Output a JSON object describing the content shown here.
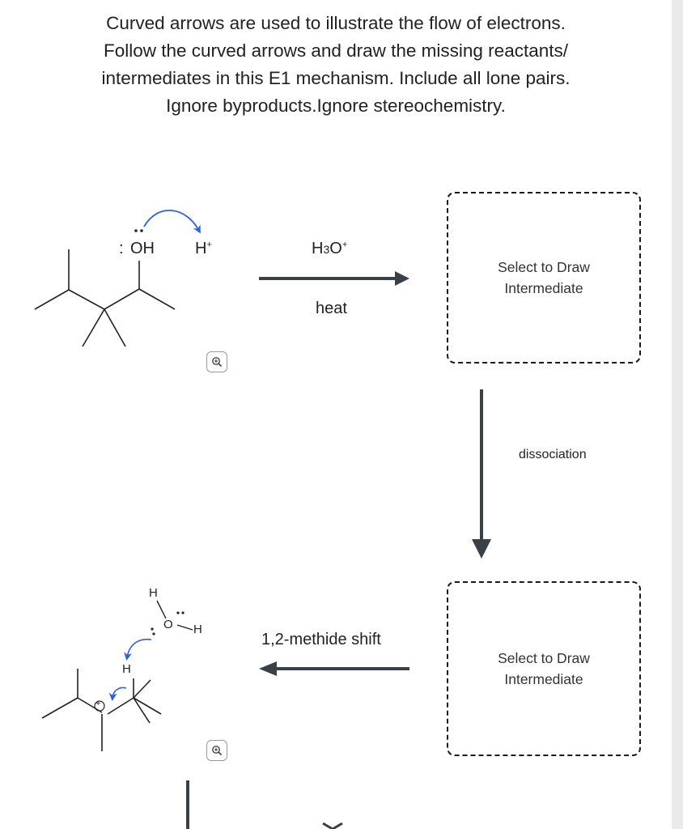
{
  "instructions": {
    "lines": [
      "Curved arrows are used to illustrate the flow of electrons.",
      "Follow the curved arrows and draw the missing reactants/",
      "intermediates in this E1 mechanism. Include all lone pairs.",
      "Ignore byproducts.Ignore stereochemistry."
    ]
  },
  "step1": {
    "reactant_oh": "OH",
    "lone_pair_left": ":",
    "proton": "H",
    "proton_charge": "+",
    "reagent_main": "H",
    "reagent_sub": "3",
    "reagent_o": "O",
    "reagent_charge": "+",
    "condition": "heat"
  },
  "box1": {
    "label": "Select to Draw Intermediate"
  },
  "step2": {
    "label": "dissociation"
  },
  "box2": {
    "label": "Select to Draw Intermediate"
  },
  "step3": {
    "label": "1,2-methide shift",
    "water_h_top": "H",
    "water_o": "O",
    "water_h_right": "H",
    "carbon_h": "H",
    "cation_charge": "+"
  },
  "icons": {
    "zoom1": "zoom-in-icon",
    "zoom2": "zoom-in-icon"
  },
  "colors": {
    "arrow_blue": "#2f5fe0",
    "reaction_arrow": "#3b4046",
    "dash": "#1a1a1a"
  }
}
